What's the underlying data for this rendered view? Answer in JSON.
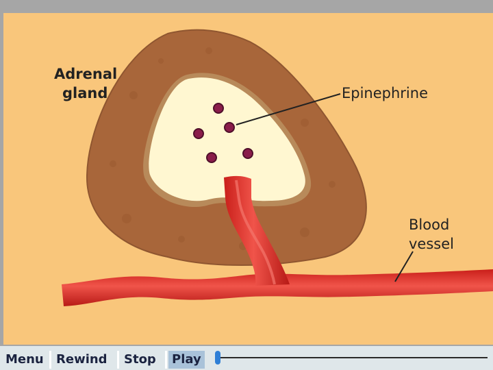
{
  "diagram": {
    "adrenal_label_line1": "Adrenal",
    "adrenal_label_line2": "gland",
    "epinephrine_label": "Epinephrine",
    "blood_label_line1": "Blood",
    "blood_label_line2": "vessel"
  },
  "controls": {
    "menu": "Menu",
    "rewind": "Rewind",
    "stop": "Stop",
    "play": "Play",
    "playback_position": 0.0
  },
  "colors": {
    "background": "#f9c67b",
    "gland_cortex": "#a8663a",
    "gland_medulla": "#fff7d1",
    "epinephrine": "#8a1d4a",
    "blood_vessel": "#e8362f",
    "active_button": "#a9c2d9"
  }
}
